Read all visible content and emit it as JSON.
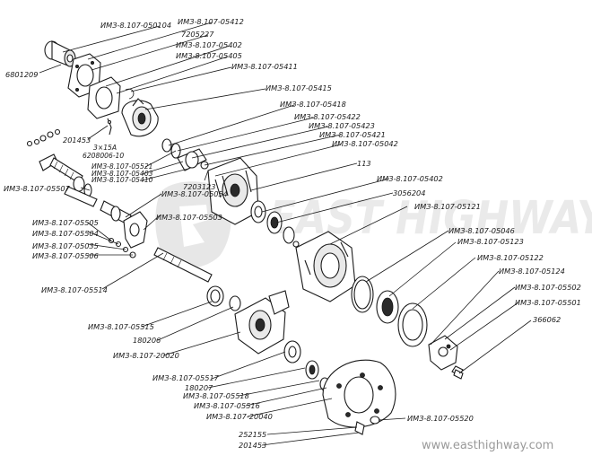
{
  "diagram": {
    "watermark_logo": "EAST HIGHWAY",
    "website": "www.easthighway.com",
    "colors": {
      "ink": "#1a1a1a",
      "paper": "#ffffff",
      "watermark": "#cfcfcf"
    },
    "labels": [
      "ИМЗ-8.107-050104",
      "ИМЗ-8.107-05412",
      "7205227",
      "ИМЗ-8.107-05402",
      "ИМЗ-8.107-05405",
      "ИМЗ-8.107-05411",
      "6801209",
      "ИМЗ-8.107-05415",
      "ИМЗ-8.107-05418",
      "ИМЗ-8.107-05422",
      "ИМЗ-8.107-05423",
      "ИМЗ-8.107-05421",
      "ИМЗ-8.107-05042",
      "201453",
      "3×15А",
      "6208006-10",
      "ИМЗ-8.107-05521",
      "ИМЗ-8.107-05403",
      "ИМЗ-8.107-05410",
      "7203123",
      "113",
      "ИМЗ-8.107-05507",
      "ИМЗ-8.107-05054",
      "ИМЗ-8.107-05402",
      "3056204",
      "ИМЗ-8.107-05121",
      "ИМЗ-8.107-05503",
      "ИМЗ-8.107-05505",
      "ИМЗ-8.107-05504",
      "ИМЗ-8.107-05035",
      "ИМЗ-8.107-05506",
      "ИМЗ-8.107-05046",
      "ИМЗ-8.107-05123",
      "ИМЗ-8.107-05122",
      "ИМЗ-8.107-05124",
      "ИМЗ-8.107-05514",
      "ИМЗ-8.107-05502",
      "ИМЗ-8.107-05501",
      "366062",
      "ИМЗ-8.107-05515",
      "180206",
      "ИМЗ-8.107-20020",
      "ИМЗ-8.107-05517",
      "180207",
      "ИМЗ-8.107-05518",
      "ИМЗ-8.107-05516",
      "ИМЗ-8.107-20040",
      "ИМЗ-8.107-05520",
      "252155",
      "201453"
    ]
  }
}
